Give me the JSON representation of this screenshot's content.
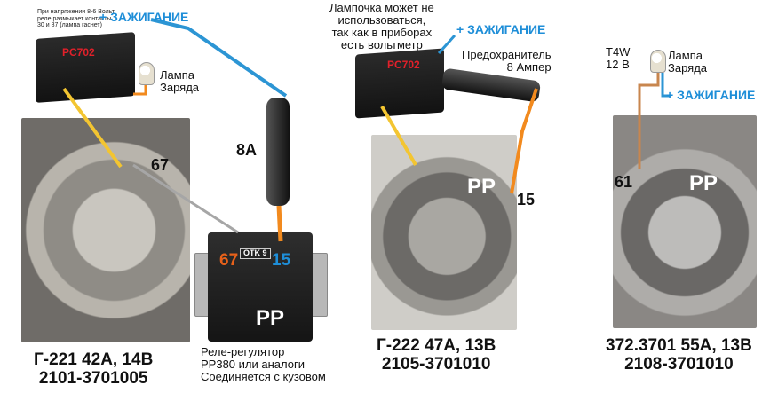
{
  "wiring_a": {
    "note": "При напряжении 8-6 Вольт\nреле размыкает контакты\n30 и 87 (лампа гаснет)",
    "module_label": "PC702",
    "ignition": "+ ЗАЖИГАНИЕ",
    "lamp": "Лампа\nЗаряда",
    "terminal": "67",
    "fuse": "8А"
  },
  "regulator": {
    "terminal_left": "67",
    "terminal_right": "15",
    "stamp": "OTK 9",
    "pp": "PP",
    "caption": "Реле-регулятор\nРР380 или аналоги\nСоединяется с кузовом"
  },
  "wiring_b": {
    "lamp_note": "Лампочка может не\nиспользоваться,\nтак как в приборах\nесть вольтметр",
    "module_label": "PC702",
    "ignition": "+ ЗАЖИГАНИЕ",
    "fuse": "Предохранитель\n8 Ампер",
    "pp": "PP",
    "terminal": "15"
  },
  "wiring_c": {
    "lamp_type": "T4W\n12 В",
    "lamp": "Лампа\nЗаряда",
    "ignition": "+ ЗАЖИГАНИЕ",
    "terminal": "61",
    "pp": "PP"
  },
  "models": {
    "a": "Г-221 42А, 14В\n2101-3701005",
    "b": "Г-222 47А, 13В\n2105-3701010",
    "c": "372.3701 55А, 13В\n2108-3701010"
  },
  "colors": {
    "orange": "#f28a1e",
    "yellow": "#f3c531",
    "blue": "#2c95d4",
    "gray": "#9a9a9a",
    "red": "#e2202a"
  }
}
